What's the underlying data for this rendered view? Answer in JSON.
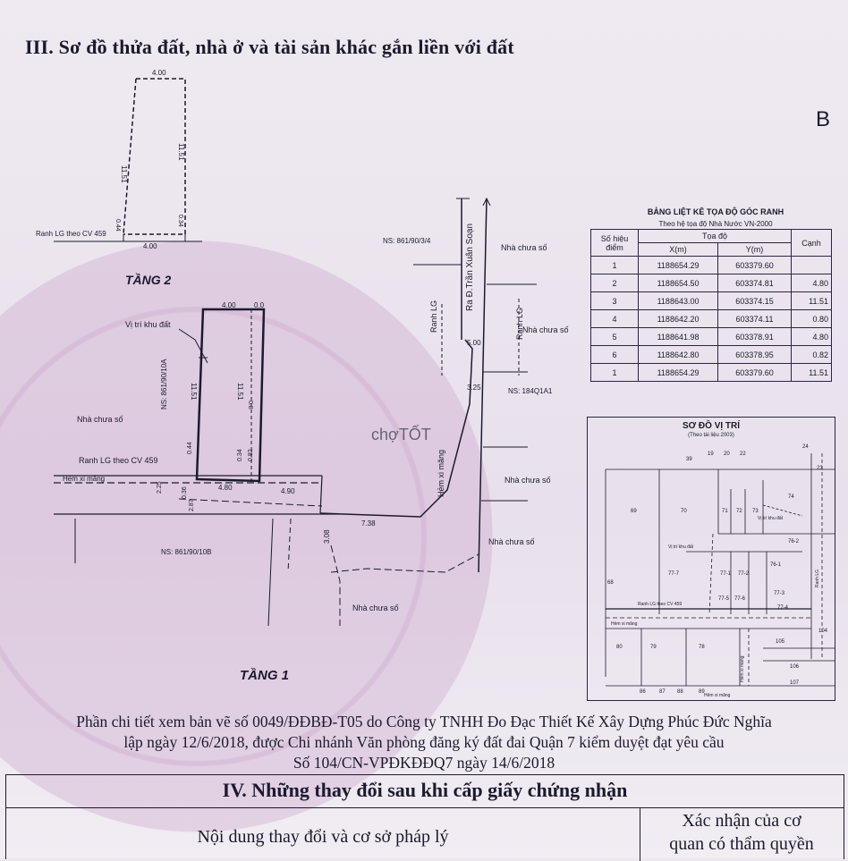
{
  "header": {
    "top_cut": "Nhà ở và tài sản khác gắn liền với đất",
    "section3_title": "III. Sơ đồ thửa đất, nhà ở và tài sản khác gắn liền với đất",
    "page_letter": "B"
  },
  "floor2": {
    "label": "TẦNG 2",
    "top_dim": "4.00",
    "bottom_dim": "4.00",
    "left_dim": "11.51",
    "right_dim": "11.51",
    "small_left": "0.44",
    "small_right": "0.34",
    "boundary_label": "Ranh LG theo CV 459"
  },
  "floor1": {
    "label": "TẦNG 1",
    "site_label": "Vị trí khu đất",
    "top_dim_a": "4.00",
    "top_dim_b": "0.0",
    "left_dim": "11.51",
    "right_dim_a": "11.51",
    "right_dim_b": "0.8",
    "ns_left_vertical": "NS: 861/90/10A",
    "nha_chua_so_left": "Nhà chưa số",
    "boundary_label": "Ranh LG theo CV 459",
    "hem_left": "Hẻm xi măng",
    "dim_225": "2.25",
    "dim_036": "0.36",
    "dim_287": "2.87",
    "dim_044": "0.44",
    "dim_034": "0.34",
    "dim_082": "0.82",
    "dim_480": "4.80",
    "dim_490": "4.90",
    "dim_738": "7.38",
    "dim_308": "3.08",
    "dim_500": "5.00",
    "dim_325": "3.25",
    "ns_bottom": "NS: 861/90/10B",
    "ns_top": "NS: 861/90/3/4",
    "ns_right": "NS: 184Q1A1",
    "road_label": "Ra Đ.Trần Xuân Soạn",
    "ranh_lg_a": "Ranh LG",
    "ranh_lg_b": "Ranh LG",
    "hem_right": "Hẻm xi măng",
    "nha1": "Nhà chưa số",
    "nha2": "Nhà chưa số",
    "nha3": "Nhà chưa số",
    "nha4": "Nhà chưa số",
    "nha5": "Nhà chưa số"
  },
  "coords": {
    "title": "BẢNG LIỆT KÊ TỌA ĐỘ GÓC RANH",
    "subtitle": "Theo hệ tọa độ Nhà Nước VN-2000",
    "h_point": "Số hiệu điểm",
    "h_coord": "Tọa độ",
    "h_x": "X(m)",
    "h_y": "Y(m)",
    "h_edge": "Cạnh",
    "rows": [
      {
        "p": "1",
        "x": "1188654.29",
        "y": "603379.60",
        "c": ""
      },
      {
        "p": "2",
        "x": "1188654.50",
        "y": "603374.81",
        "c": "4.80"
      },
      {
        "p": "3",
        "x": "1188643.00",
        "y": "603374.15",
        "c": "11.51"
      },
      {
        "p": "4",
        "x": "1188642.20",
        "y": "603374.11",
        "c": "0.80"
      },
      {
        "p": "5",
        "x": "1188641.98",
        "y": "603378.91",
        "c": "4.80"
      },
      {
        "p": "6",
        "x": "1188642.80",
        "y": "603378.95",
        "c": "0.82"
      },
      {
        "p": "1",
        "x": "1188654.29",
        "y": "603379.60",
        "c": "11.51"
      }
    ]
  },
  "location_map": {
    "title": "SƠ ĐỒ VỊ TRÍ",
    "subtitle": "(Theo tài liệu 2003)",
    "parcels": [
      "39",
      "19",
      "20",
      "22",
      "24",
      "23",
      "69",
      "70",
      "71",
      "72",
      "73",
      "74",
      "76-2",
      "76-1",
      "77-7",
      "77-1",
      "77-2",
      "77-5",
      "77-6",
      "77-3",
      "77-4",
      "68",
      "80",
      "79",
      "78",
      "105",
      "104",
      "106",
      "107",
      "86",
      "87",
      "88",
      "89"
    ],
    "site_a": "Vị trí khu đất",
    "site_b": "Vị trí khu đất",
    "hem_a": "Hẻm xi măng",
    "hem_b": "Hẻm xi măng",
    "hem_c": "Hẻm xi măng",
    "ranh": "Ranh LG theo CV 459",
    "ranh_lg": "Ranh LG"
  },
  "detail": {
    "line1": "Phần chi tiết xem bản vẽ số 0049/ĐĐBĐ-T05 do Công ty TNHH Đo Đạc Thiết Kế Xây Dựng Phúc Đức Nghĩa",
    "line2": "lập ngày 12/6/2018, được Chi nhánh Văn phòng đăng ký đất đai Quận 7 kiểm duyệt đạt yêu cầu",
    "line3": "Số 104/CN-VPĐKĐĐQ7 ngày 14/6/2018"
  },
  "section4": {
    "title": "IV. Những thay đổi sau khi cấp giấy chứng nhận",
    "col_content": "Nội dung thay đổi và cơ sở pháp lý",
    "col_confirm_1": "Xác nhận của cơ",
    "col_confirm_2": "quan có thẩm quyền"
  },
  "watermark": "chợTỐT"
}
